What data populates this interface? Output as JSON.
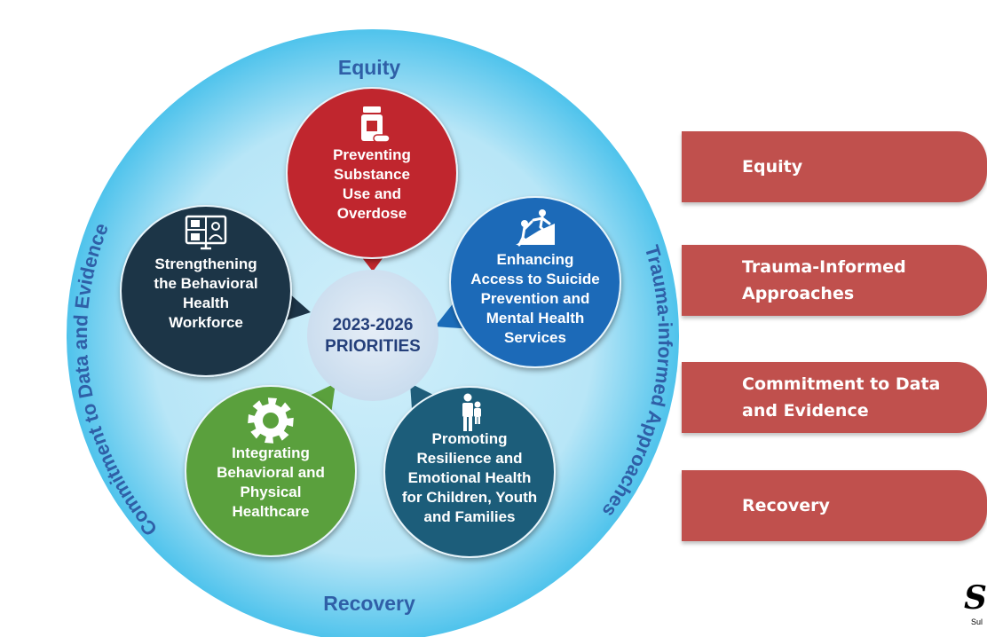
{
  "diagram": {
    "ring_labels": {
      "top": "Equity",
      "right": "Trauma-informed Approaches",
      "bottom": "Recovery",
      "left": "Commitment to Data and Evidence"
    },
    "center": {
      "line1": "2023-2026",
      "line2": "PRIORITIES"
    },
    "priorities": [
      {
        "key": "substance",
        "icon": "medicine-bottle-icon",
        "color": "#c0272d",
        "lines": [
          "Preventing",
          "Substance",
          "Use and",
          "Overdose"
        ]
      },
      {
        "key": "suicide",
        "icon": "climbing-people-icon",
        "color": "#1a6bb8",
        "lines": [
          "Enhancing",
          "Access to Suicide",
          "Prevention and",
          "Mental Health",
          "Services"
        ]
      },
      {
        "key": "resilience",
        "icon": "parent-child-icon",
        "color": "#1f5d7a",
        "lines": [
          "Promoting",
          "Resilience and",
          "Emotional Health",
          "for Children, Youth",
          "and Families"
        ]
      },
      {
        "key": "integrating",
        "icon": "gear-icon",
        "color": "#5aa03c",
        "lines": [
          "Integrating",
          "Behavioral and",
          "Physical",
          "Healthcare"
        ]
      },
      {
        "key": "workforce",
        "icon": "video-meeting-icon",
        "color": "#1c3447",
        "lines": [
          "Strengthening",
          "the Behavioral",
          "Health",
          "Workforce"
        ]
      }
    ]
  },
  "pills": [
    {
      "label": "Equity"
    },
    {
      "label": "Trauma-Informed\nApproaches"
    },
    {
      "label": "Commitment to Data\nand Evidence"
    },
    {
      "label": "Recovery"
    }
  ],
  "logo": {
    "mark": "S",
    "text": "Sul"
  }
}
